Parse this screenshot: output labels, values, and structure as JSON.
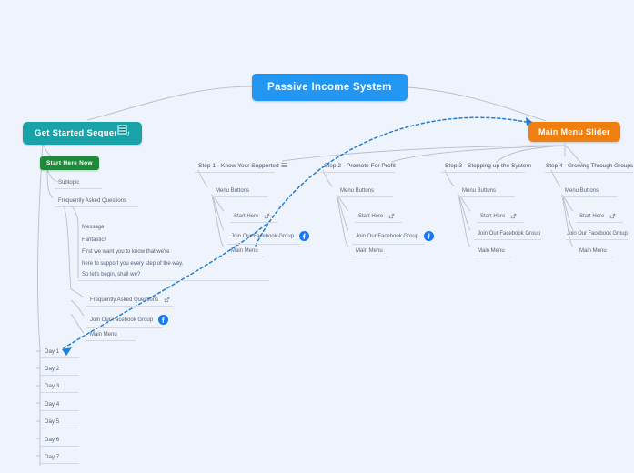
{
  "canvas": {
    "background": "#eff3fb"
  },
  "palette": {
    "root": "#2196f3",
    "teal": "#19a3a8",
    "orange": "#ef7f0e",
    "green": "#1f8a3b",
    "facebook": "#1877f2",
    "relation_arrow": "#1f7fd4",
    "branch_line": "#b9bfcb",
    "leaf_underline": "#d2d8e6",
    "text": "#55607a"
  },
  "root": {
    "label": "Passive Income System"
  },
  "left_branch": {
    "title": "Get Started Sequence",
    "collapse_icon": "collapse-box-icon",
    "badge": "Start Here Now",
    "topics": {
      "subtopic": "Subtopic",
      "faq": "Frequently Asked Questions",
      "message_label": "Message",
      "message_lines": [
        "Fantastic!",
        "First we want you to know that we're",
        "here to support you every step of the way.",
        "So let's begin, shall we?"
      ],
      "faq_link": "Frequently Asked Questions",
      "facebook_link": "Join Our Facebook Group",
      "main_menu": "Main Menu"
    },
    "days": [
      "Day 1",
      "Day 2",
      "Day 3",
      "Day 4",
      "Day 5",
      "Day 6",
      "Day 7"
    ]
  },
  "right_branch": {
    "title": "Main Menu Slider"
  },
  "steps": [
    {
      "title": "Step 1 - Know Your Supported",
      "menu_icon": "hamburger-icon",
      "menu_buttons": "Menu Buttons",
      "items": [
        {
          "label": "Start Here",
          "icon": "external-link-icon"
        },
        {
          "label": "Join Our Facebook Group",
          "icon": "facebook-icon"
        },
        {
          "label": "Main Menu",
          "icon": ""
        }
      ]
    },
    {
      "title": "Step 2 - Promote For Profit",
      "menu_icon": "",
      "menu_buttons": "Menu Buttons",
      "items": [
        {
          "label": "Start Here",
          "icon": "external-link-icon"
        },
        {
          "label": "Join Our Facebook Group",
          "icon": "facebook-icon"
        },
        {
          "label": "Main Menu",
          "icon": ""
        }
      ]
    },
    {
      "title": "Step 3 - Stepping up the System",
      "menu_icon": "",
      "menu_buttons": "Menu Buttons",
      "items": [
        {
          "label": "Start Here",
          "icon": "external-link-icon"
        },
        {
          "label": "Join Our Facebook Group",
          "icon": ""
        },
        {
          "label": "Main Menu",
          "icon": ""
        }
      ]
    },
    {
      "title": "Step 4 - Growing Through Groups",
      "menu_icon": "",
      "menu_buttons": "Menu Buttons",
      "items": [
        {
          "label": "Start Here",
          "icon": "external-link-icon"
        },
        {
          "label": "Join Our Facebook Group",
          "icon": ""
        },
        {
          "label": "Main Menu",
          "icon": ""
        }
      ]
    }
  ]
}
